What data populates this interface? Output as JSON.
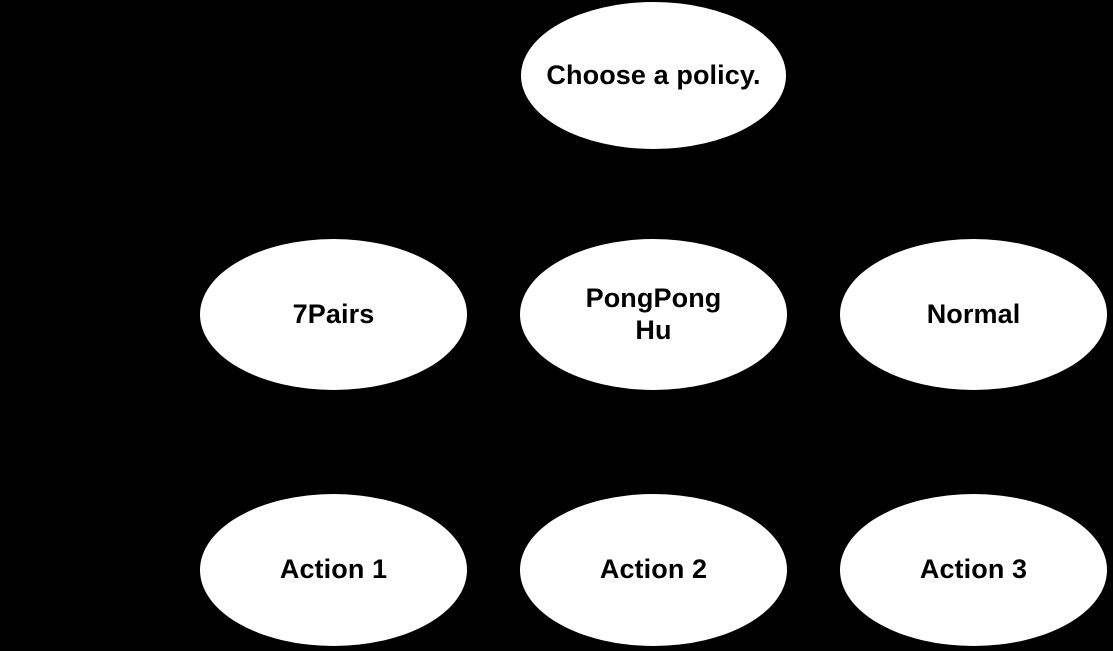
{
  "diagram": {
    "title_text": "Choose a policy.",
    "background_color": "#000000",
    "node_fill_color": "#ffffff",
    "node_text_color": "#000000",
    "type": "decision-tree",
    "root": {
      "id": "root",
      "label": "Choose a policy."
    },
    "policy_nodes": [
      {
        "id": "policy-7pairs",
        "label": "7Pairs"
      },
      {
        "id": "policy-pongponghu",
        "label": "PongPong\nHu"
      },
      {
        "id": "policy-normal",
        "label": "Normal"
      }
    ],
    "action_nodes": [
      {
        "id": "action-1",
        "label": "Action 1"
      },
      {
        "id": "action-2",
        "label": "Action 2"
      },
      {
        "id": "action-3",
        "label": "Action 3"
      }
    ]
  }
}
